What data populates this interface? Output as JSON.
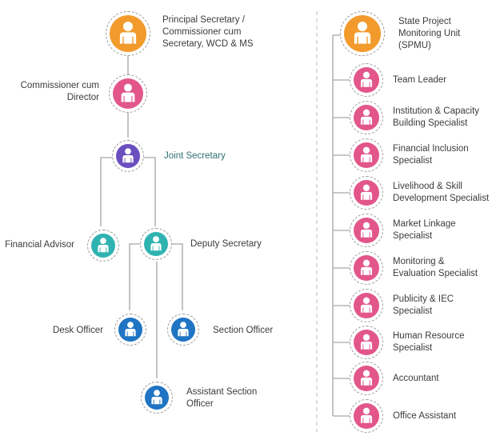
{
  "colors": {
    "orange": "#f39a2c",
    "pink": "#e2568a",
    "purple": "#6b4fbf",
    "teal": "#2fb3b0",
    "blue": "#1f74c3",
    "connector": "#b5b5b5",
    "dashed_divider": "#c9c9c9"
  },
  "left_tree": {
    "principal_secretary": {
      "lines": [
        "Principal Secretary /",
        "Commissioner cum",
        "Secretary, WCD & MS"
      ],
      "color": "orange",
      "icon": "person-icon"
    },
    "commissioner_director": {
      "lines": [
        "Commissioner cum",
        "Director"
      ],
      "color": "pink",
      "icon": "person-icon"
    },
    "joint_secretary": {
      "lines": [
        "Joint Secretary"
      ],
      "color": "purple",
      "icon": "person-icon"
    },
    "financial_advisor": {
      "lines": [
        "Financial Advisor"
      ],
      "color": "teal",
      "icon": "person-icon"
    },
    "deputy_secretary": {
      "lines": [
        "Deputy Secretary"
      ],
      "color": "teal",
      "icon": "person-icon"
    },
    "desk_officer": {
      "lines": [
        "Desk Officer"
      ],
      "color": "blue",
      "icon": "person-icon"
    },
    "section_officer": {
      "lines": [
        "Section Officer"
      ],
      "color": "blue",
      "icon": "person-icon"
    },
    "assistant_section_officer": {
      "lines": [
        "Assistant Section",
        "Officer"
      ],
      "color": "blue",
      "icon": "person-icon"
    }
  },
  "right_tree": {
    "spmu": {
      "lines": [
        "State Project",
        "Monitoring Unit",
        "(SPMU)"
      ],
      "color": "orange",
      "icon": "person-icon"
    },
    "members": [
      {
        "lines": [
          "Team Leader"
        ],
        "color": "pink",
        "icon": "person-icon"
      },
      {
        "lines": [
          "Institution & Capacity",
          "Building Specialist"
        ],
        "color": "pink",
        "icon": "person-icon"
      },
      {
        "lines": [
          "Financial Inclusion",
          "Specialist"
        ],
        "color": "pink",
        "icon": "person-icon"
      },
      {
        "lines": [
          "Livelihood & Skill",
          "Development Specialist"
        ],
        "color": "pink",
        "icon": "person-icon"
      },
      {
        "lines": [
          "Market Linkage",
          "Specialist"
        ],
        "color": "pink",
        "icon": "person-icon"
      },
      {
        "lines": [
          "Monitoring &",
          "Evaluation Specialist"
        ],
        "color": "pink",
        "icon": "person-icon"
      },
      {
        "lines": [
          "Publicity & IEC",
          "Specialist"
        ],
        "color": "pink",
        "icon": "person-icon"
      },
      {
        "lines": [
          "Human Resource",
          "Specialist"
        ],
        "color": "pink",
        "icon": "person-icon"
      },
      {
        "lines": [
          "Accountant"
        ],
        "color": "pink",
        "icon": "person-icon"
      },
      {
        "lines": [
          "Office Assistant"
        ],
        "color": "pink",
        "icon": "person-icon"
      }
    ]
  }
}
